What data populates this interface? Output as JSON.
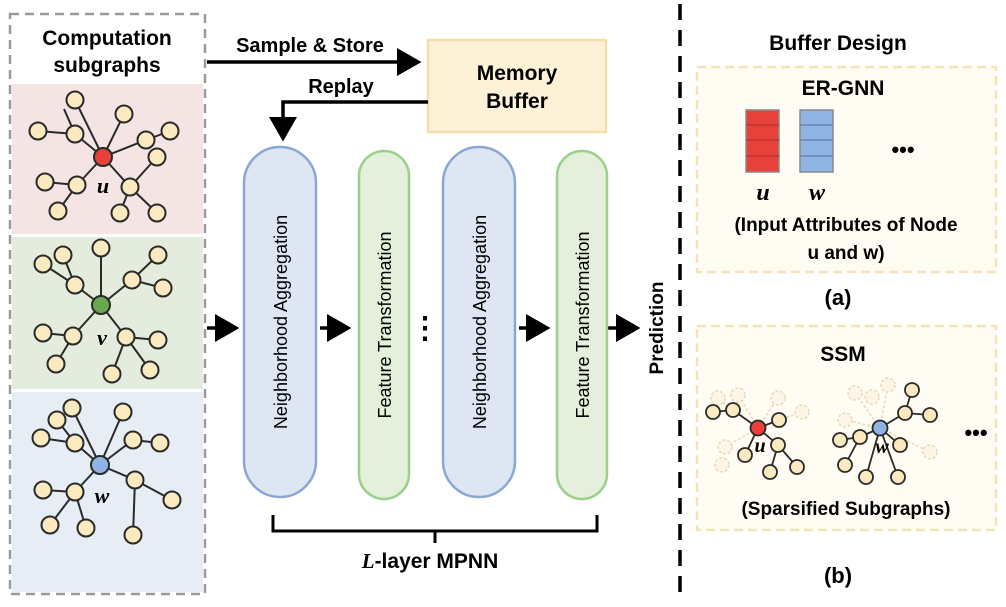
{
  "left_panel": {
    "title_line1": "Computation",
    "title_line2": "subgraphs",
    "node_labels": [
      "u",
      "v",
      "w"
    ],
    "colors": {
      "u": "#e8413b",
      "v": "#6aa84f",
      "w": "#8fb4e3",
      "leaf": "#fbeac0",
      "u_bg": "#f5e4e4",
      "v_bg": "#e4eddd",
      "w_bg": "#e7edf4"
    }
  },
  "flow": {
    "sample_store": "Sample & Store",
    "replay": "Replay",
    "memory_buffer_line1": "Memory",
    "memory_buffer_line2": "Buffer",
    "prediction": "Prediction",
    "ellipsis": "⋮"
  },
  "mpnn": {
    "blocks": [
      {
        "label": "Neighborhood Aggregation",
        "kind": "aggregation"
      },
      {
        "label": "Feature Transformation",
        "kind": "transformation"
      },
      {
        "label": "Neighborhood Aggregation",
        "kind": "aggregation"
      },
      {
        "label": "Feature Transformation",
        "kind": "transformation"
      }
    ],
    "brace_label_italic": "L",
    "brace_label_rest": "-layer MPNN"
  },
  "buffer_design": {
    "title": "Buffer Design",
    "er_gnn": {
      "title": "ER-GNN",
      "node_u": "u",
      "node_w": "w",
      "ellipsis": "•••",
      "caption_line1": "(Input Attributes of Node",
      "caption_line2": "u and w)",
      "tag": "(a)"
    },
    "ssm": {
      "title": "SSM",
      "node_u": "u",
      "node_w": "w",
      "ellipsis": "•••",
      "caption": "(Sparsified Subgraphs)",
      "tag": "(b)"
    }
  }
}
